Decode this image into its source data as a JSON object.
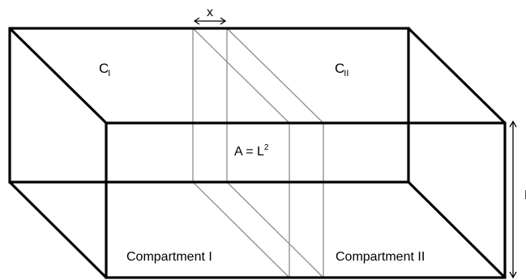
{
  "labels": {
    "conc_1_main": "C",
    "conc_1_sub": "I",
    "conc_2_main": "C",
    "conc_2_sub": "II",
    "area_main": "A = L",
    "area_sup": "2",
    "compartment_1": "Compartment I",
    "compartment_2": "Compartment II",
    "width_label": "x",
    "side_label": "L"
  }
}
